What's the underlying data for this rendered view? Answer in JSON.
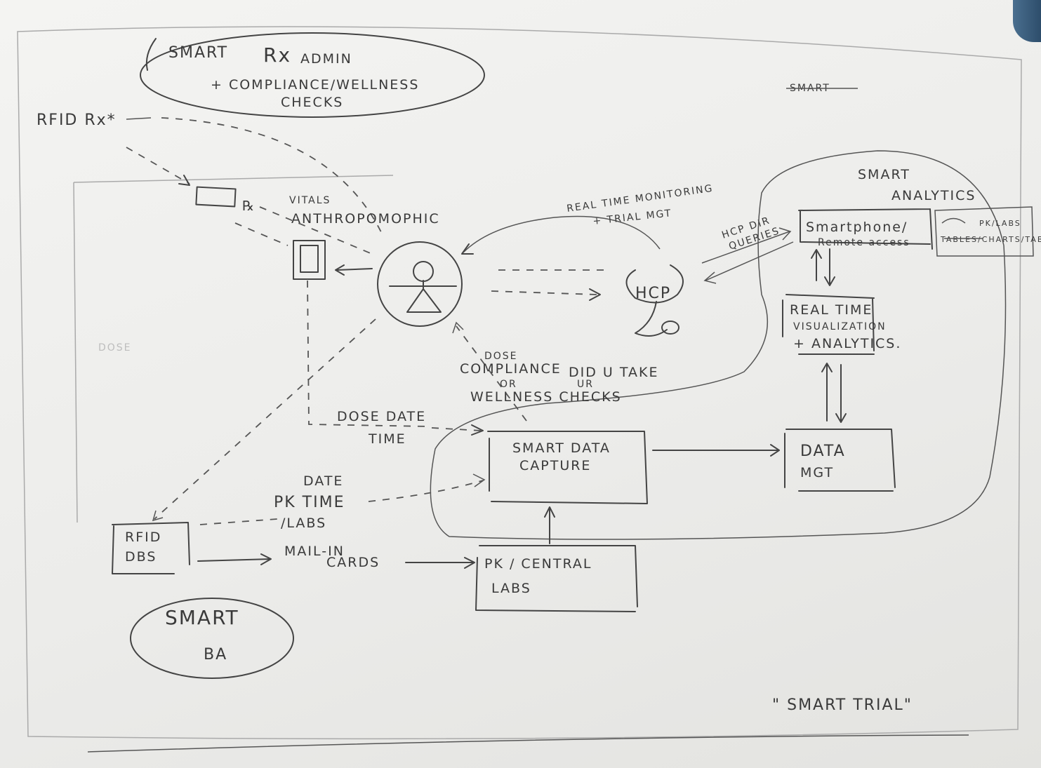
{
  "texts": {
    "admin_line1": "SMART",
    "admin_rx": "Rx",
    "admin_word": "ADMIN",
    "admin_line2": "+ COMPLIANCE/WELLNESS",
    "admin_line3": "CHECKS",
    "rfid_rx": "RFID Rx*",
    "vitals_line1": "VITALS",
    "vitals_line2": "ANTHROPOMOPHIC",
    "realtime_line1": "REAL TIME MONITORING",
    "realtime_line2": "+ TRIAL MGT",
    "hcp_queries_line1": "HCP DIR",
    "hcp_queries_line2": "QUERIES",
    "hcp": "HCP",
    "smart_struck": "SMART",
    "analytics_line1": "SMART",
    "analytics_line2": "ANALYTICS",
    "smartphone_line1": "Smartphone/",
    "smartphone_line2": "Remote access",
    "pk_labs_side": "PK/LABS",
    "tables_side": "TABLES/CHARTS/TAB",
    "rtv_line1": "REAL TIME",
    "rtv_line2": "VISUALIZATION",
    "rtv_line3": "+ ANALYTICS.",
    "dose_line1": "DOSE",
    "dose_line2": "COMPLIANCE",
    "dose_line2b": "DID U TAKE",
    "dose_line3": "OR",
    "dose_line3b": "UR",
    "dose_line4": "WELLNESS CHECKS",
    "dose_faint": "DOSE",
    "dose_date_line1": "DOSE DATE",
    "dose_date_line2": "TIME",
    "smart_capture_line1": "SMART DATA",
    "smart_capture_line2": "CAPTURE",
    "data_mgt_line1": "DATA",
    "data_mgt_line2": "MGT",
    "pk_date_line1": "DATE",
    "pk_date_line2": "PK TIME",
    "pk_date_line3": "/LABS",
    "rfid_dbs_line1": "RFID",
    "rfid_dbs_line2": "DBS",
    "mail_in_line1": "MAIL-IN",
    "mail_in_line2": "CARDS",
    "pk_central_line1": "PK / CENTRAL",
    "pk_central_line2": "LABS",
    "smart_ba_line1": "SMART",
    "smart_ba_line2": "BA",
    "smart_trial": "\" SMART TRIAL\""
  },
  "colors": {
    "ink": "#444444",
    "paper": "#f0f0ee",
    "faint": "#aaaaaa"
  }
}
